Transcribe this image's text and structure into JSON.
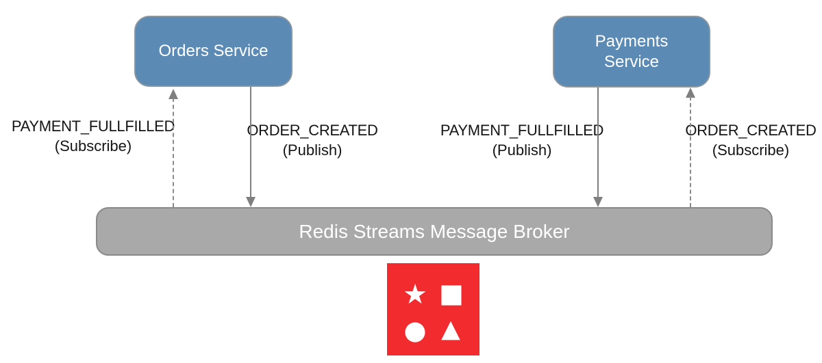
{
  "colors": {
    "service_box_fill": "#5b8ab5",
    "broker_fill": "#a9a9a9",
    "arrow_gray": "#7f7f7f",
    "redis_red": "#f22b2e",
    "label_text": "#141414",
    "box_text": "#ffffff"
  },
  "services": [
    {
      "label": "Orders Service"
    },
    {
      "label": "Payments\nService"
    }
  ],
  "flows": [
    {
      "event": "PAYMENT_FULLFILLED",
      "mode": "(Subscribe)",
      "direction": "up",
      "line_style": "dashed"
    },
    {
      "event": "ORDER_CREATED",
      "mode": "(Publish)",
      "direction": "down",
      "line_style": "solid"
    },
    {
      "event": "PAYMENT_FULLFILLED",
      "mode": "(Publish)",
      "direction": "down",
      "line_style": "solid"
    },
    {
      "event": "ORDER_CREATED",
      "mode": "(Subscribe)",
      "direction": "up",
      "line_style": "dashed"
    }
  ],
  "broker": {
    "label": "Redis Streams Message Broker"
  },
  "logo": {
    "glyphs": {
      "star": "★",
      "square": "■",
      "circle": "●",
      "triangle": "▲"
    }
  }
}
